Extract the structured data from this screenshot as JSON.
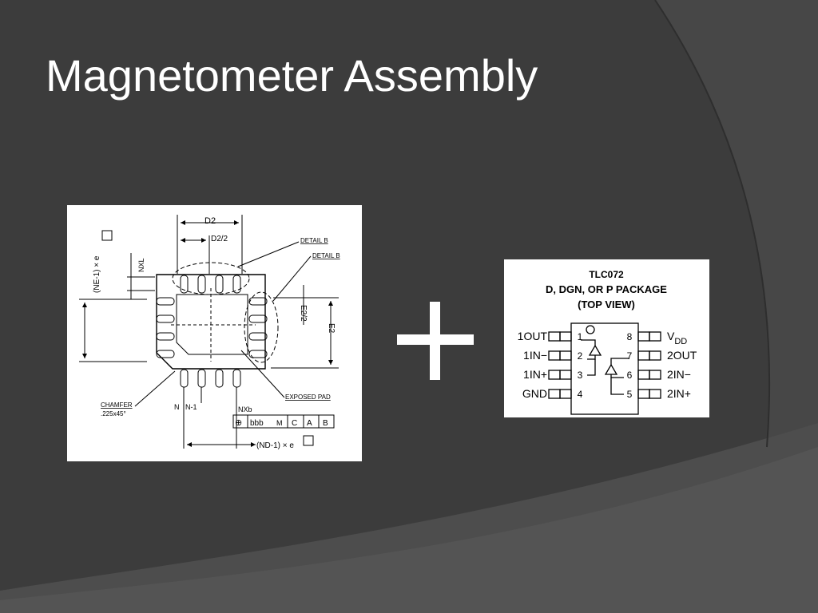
{
  "slide": {
    "title": "Magnetometer Assembly",
    "plus_symbol": "+"
  },
  "qfn_diagram": {
    "labels": {
      "d2": "D2",
      "d2_half": "D2/2",
      "detail_b_1": "DETAIL B",
      "detail_b_2": "DETAIL B",
      "nxl": "NXL",
      "ne": "(NE-1) × e",
      "e2_half": "E2/2",
      "e2": "E2",
      "chamfer": "CHAMFER",
      "chamfer_value": ".225x45°",
      "n": "N",
      "n_minus_1": "N-1",
      "nxb": "NXb",
      "exposed_pad": "EXPOSED PAD",
      "nd": "(ND-1) × e",
      "fcf": [
        "⊕",
        "bbb",
        "M",
        "C",
        "A",
        "B"
      ]
    }
  },
  "tlc072_diagram": {
    "title": "TLC072",
    "subtitle": "D, DGN, OR P PACKAGE",
    "view": "(TOP VIEW)",
    "left_pins": [
      {
        "name": "1OUT",
        "num": "1"
      },
      {
        "name": "1IN−",
        "num": "2"
      },
      {
        "name": "1IN+",
        "num": "3"
      },
      {
        "name": "GND",
        "num": "4"
      }
    ],
    "right_pins": [
      {
        "name": "V",
        "sub": "DD",
        "num": "8"
      },
      {
        "name": "2OUT",
        "num": "7"
      },
      {
        "name": "2IN−",
        "num": "6"
      },
      {
        "name": "2IN+",
        "num": "5"
      }
    ]
  },
  "colors": {
    "background": "#3c3c3c",
    "curve_light": "#4a4a4a",
    "curve_lighter": "#555555",
    "title": "#ffffff",
    "panel": "#ffffff"
  }
}
